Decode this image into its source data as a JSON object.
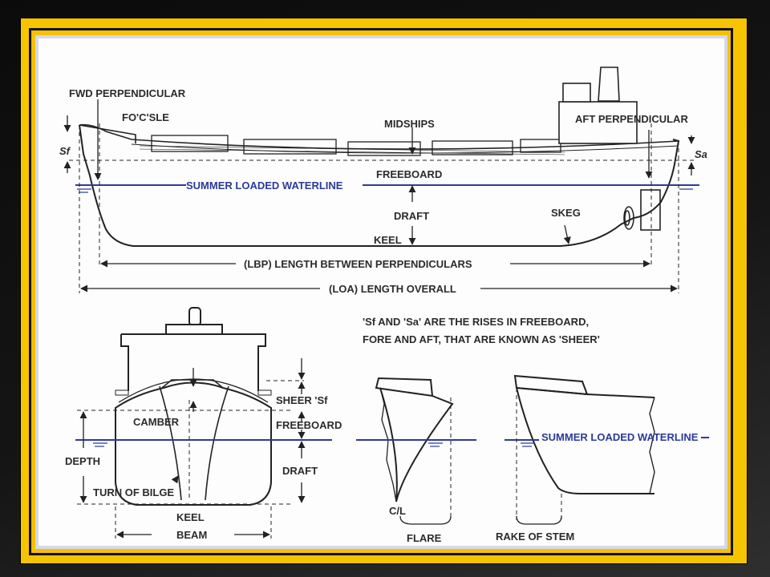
{
  "diagram": {
    "profile": {
      "fwd_perpendicular": "FWD PERPENDICULAR",
      "focsle": "FO'C'SLE",
      "midships": "MIDSHIPS",
      "aft_perpendicular": "AFT PERPENDICULAR",
      "sf": "Sf",
      "sa": "Sa",
      "summer_loaded_waterline": "SUMMER LOADED WATERLINE",
      "freeboard": "FREEBOARD",
      "draft": "DRAFT",
      "skeg": "SKEG",
      "keel": "KEEL",
      "lbp": "(LBP) LENGTH BETWEEN PERPENDICULARS",
      "loa": "(LOA) LENGTH OVERALL"
    },
    "note": {
      "line1": "'Sf AND 'Sa' ARE THE RISES IN FREEBOARD,",
      "line2": "FORE AND AFT, THAT ARE KNOWN AS 'SHEER'"
    },
    "section": {
      "sheer": "SHEER 'Sf",
      "camber": "CAMBER",
      "freeboard": "FREEBOARD",
      "depth": "DEPTH",
      "draft": "DRAFT",
      "turn_of_bilge": "TURN OF BILGE",
      "keel": "KEEL",
      "beam": "BEAM"
    },
    "flare": {
      "cl": "C/L",
      "label": "FLARE"
    },
    "stem": {
      "waterline": "SUMMER LOADED WATERLINE",
      "label": "RAKE OF STEM"
    }
  },
  "colors": {
    "frame": "#f7c400",
    "waterline": "#2c3a9a",
    "hull_line": "#222222",
    "paper": "#fdfdfd"
  }
}
